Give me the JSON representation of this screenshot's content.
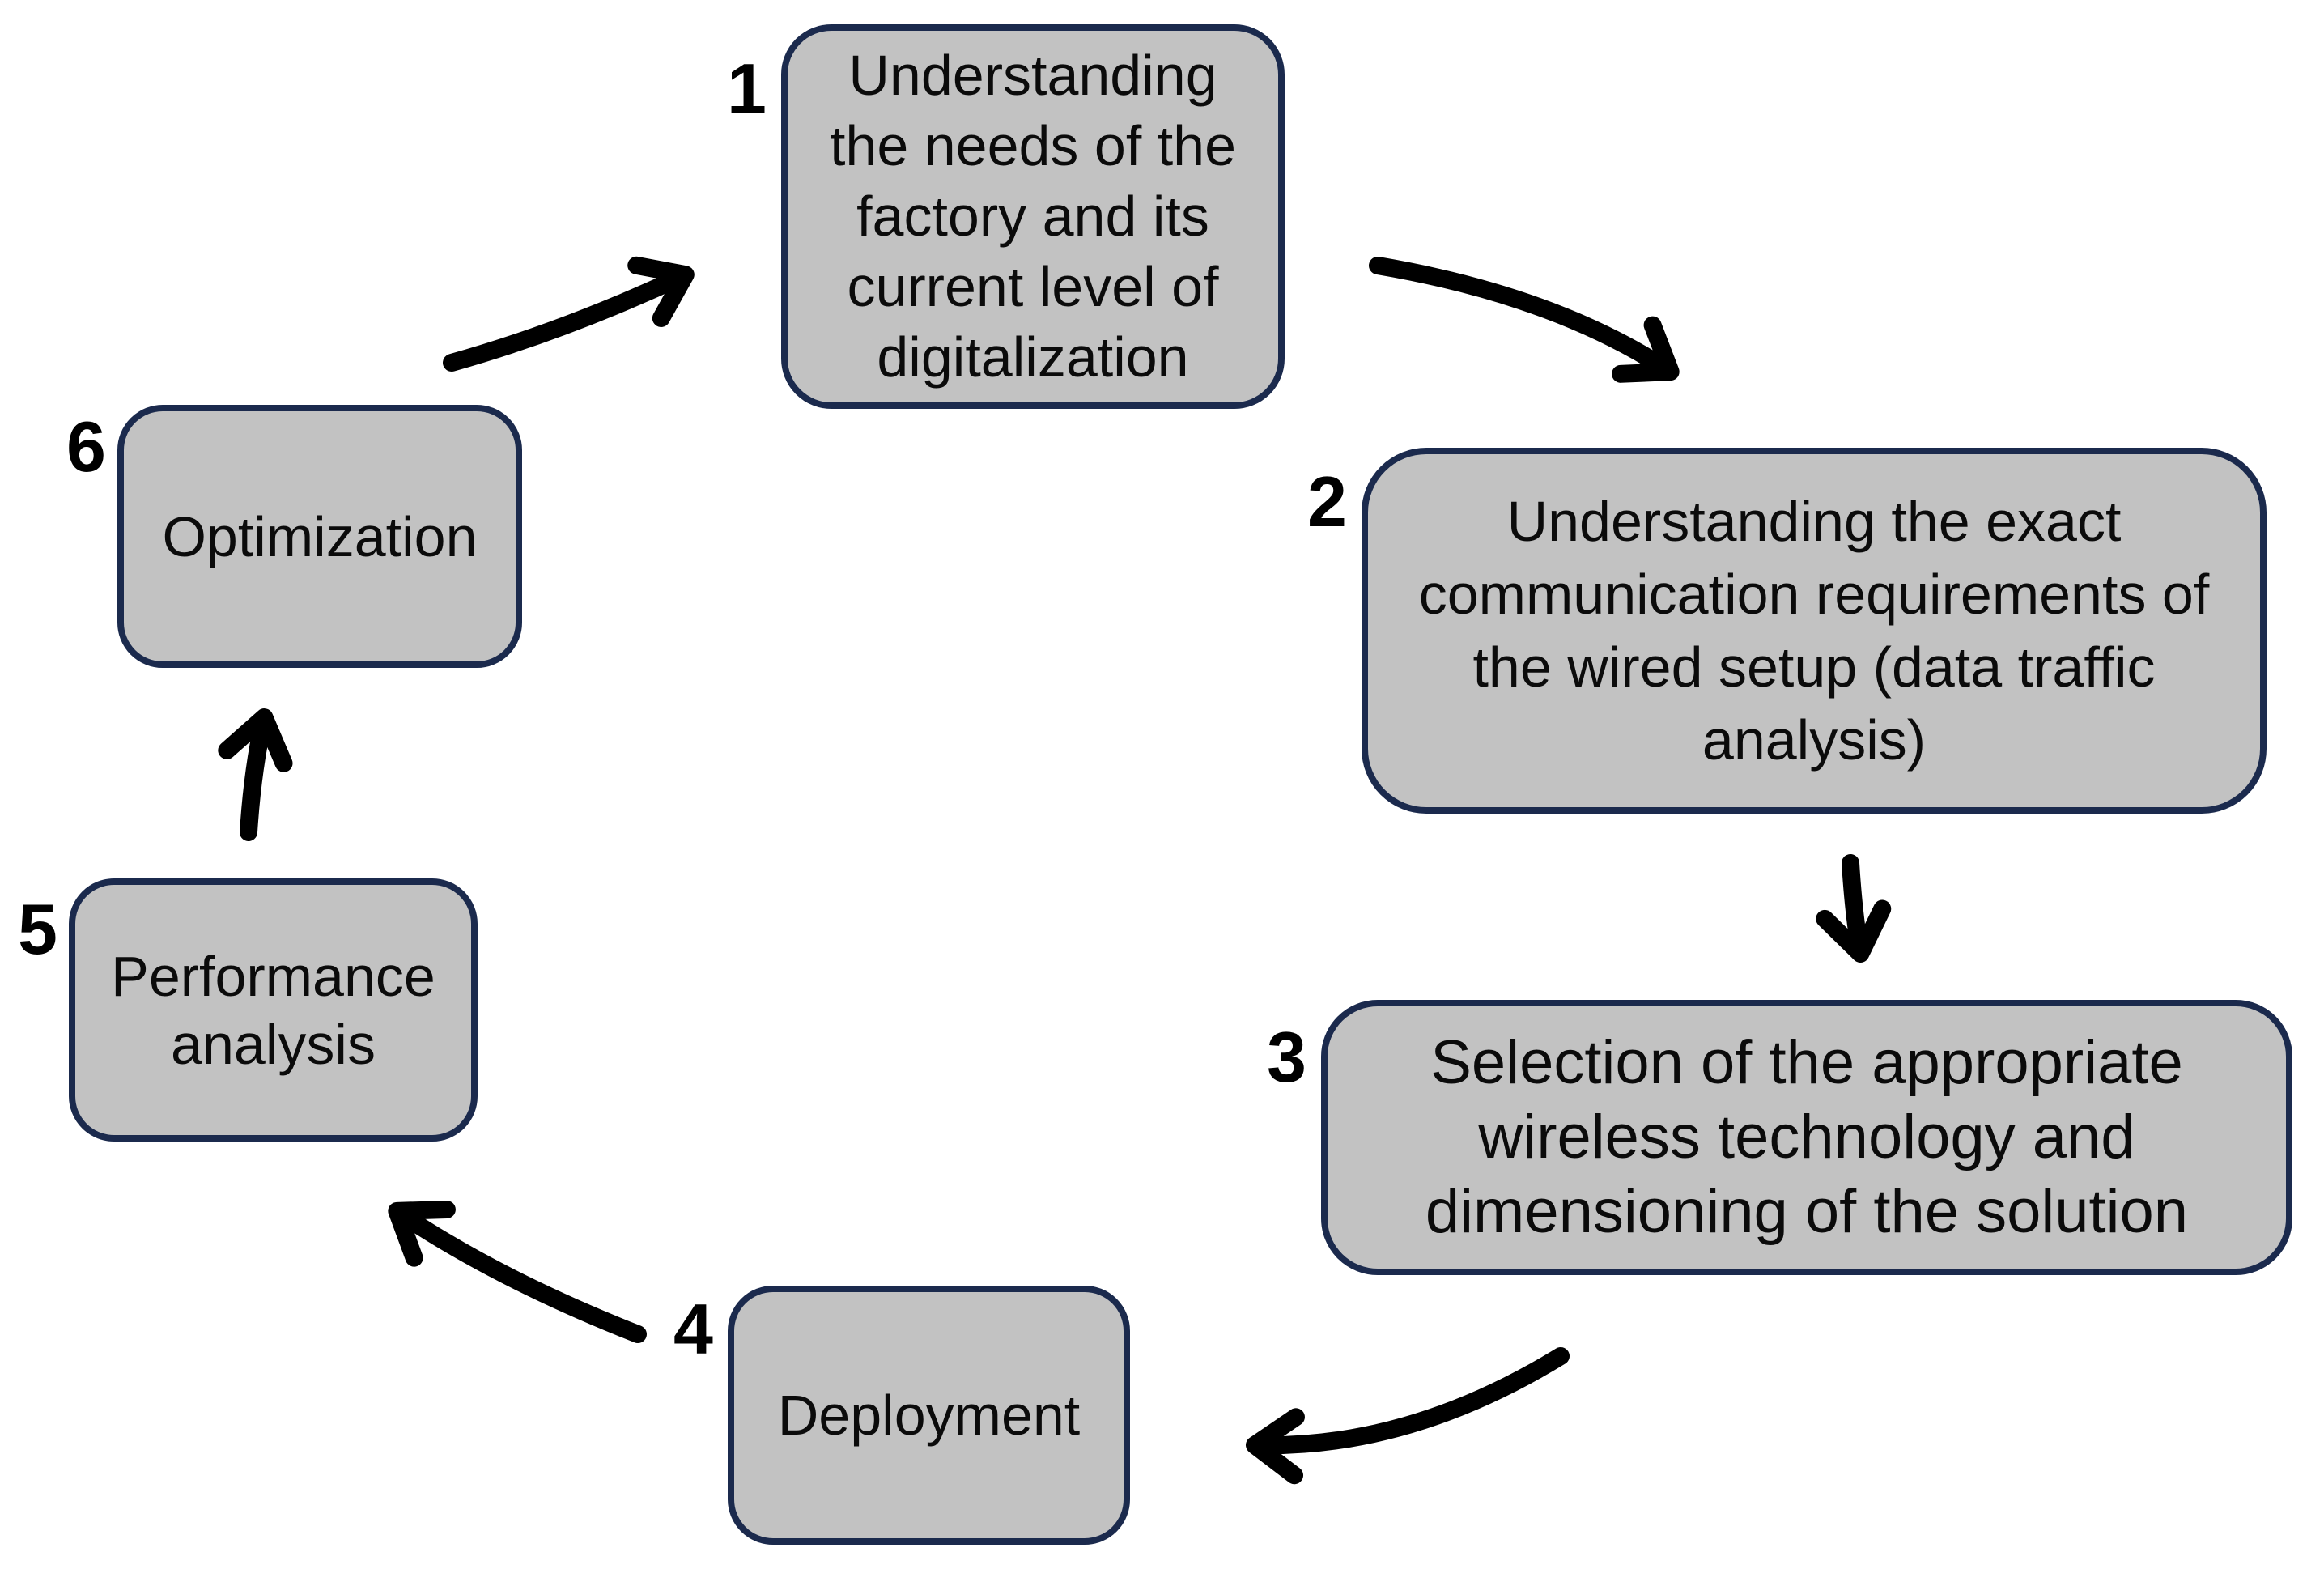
{
  "diagram": {
    "type": "cyclic-process",
    "colors": {
      "box_fill": "#c2c2c2",
      "box_border": "#1b2a4d",
      "text": "#0b0b0b",
      "arrow": "#000000",
      "background": "#ffffff"
    },
    "steps": [
      {
        "number": "1",
        "label": "Understanding the needs of the factory and its current level of digitalization",
        "lines": [
          "Understanding",
          "the needs of the",
          "factory and its",
          "current level of",
          "digitalization"
        ]
      },
      {
        "number": "2",
        "label": "Understanding the exact communication requirements of the wired setup (data traffic analysis)",
        "lines": [
          "Understanding the exact",
          "communication requirements of",
          "the wired setup (data traffic",
          "analysis)"
        ]
      },
      {
        "number": "3",
        "label": "Selection of the appropriate wireless technology and dimensioning of the solution",
        "lines": [
          "Selection of the appropriate",
          "wireless technology and",
          "dimensioning of the solution"
        ]
      },
      {
        "number": "4",
        "label": "Deployment",
        "lines": [
          "Deployment"
        ]
      },
      {
        "number": "5",
        "label": "Performance analysis",
        "lines": [
          "Performance",
          "analysis"
        ]
      },
      {
        "number": "6",
        "label": "Optimization",
        "lines": [
          "Optimization"
        ]
      }
    ],
    "arrows": [
      {
        "from": "1",
        "to": "2"
      },
      {
        "from": "2",
        "to": "3"
      },
      {
        "from": "3",
        "to": "4"
      },
      {
        "from": "4",
        "to": "5"
      },
      {
        "from": "5",
        "to": "6"
      },
      {
        "from": "6",
        "to": "1"
      }
    ]
  }
}
